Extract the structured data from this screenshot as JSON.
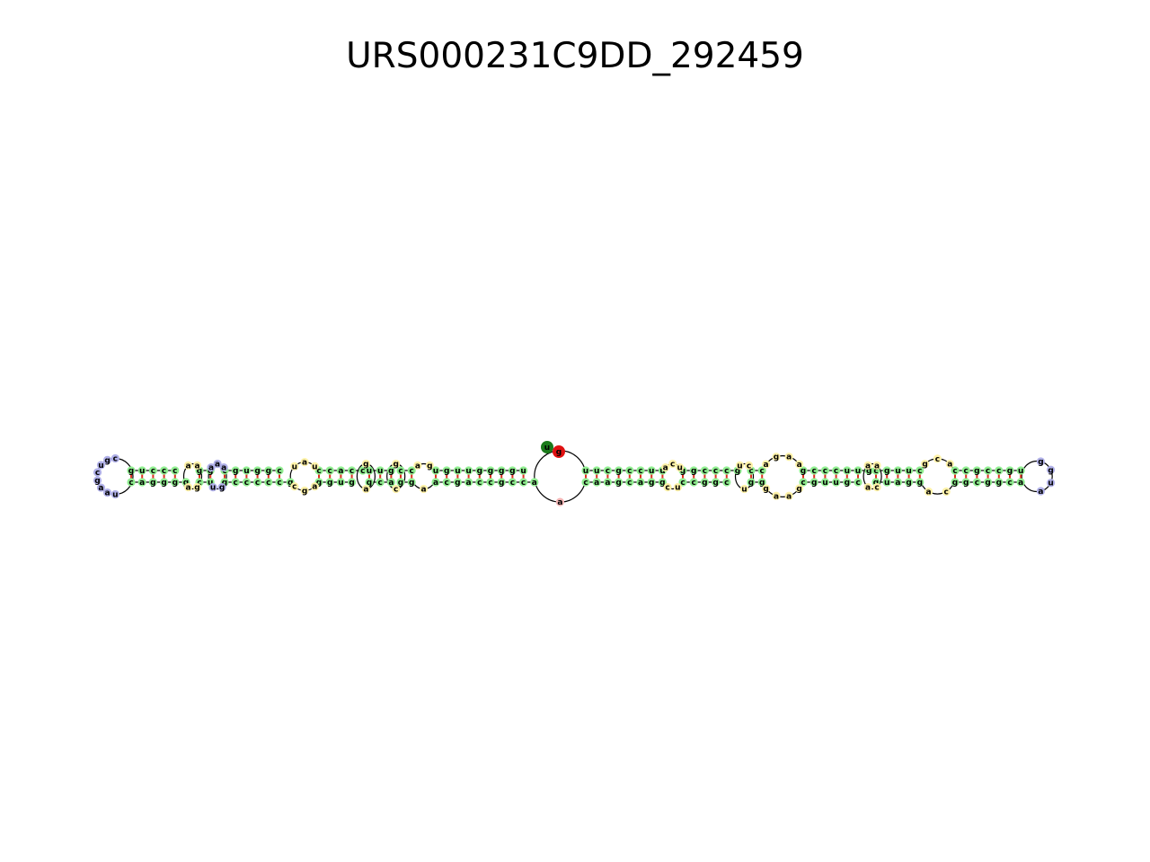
{
  "title": "URS000231C9DD_292459",
  "colors": {
    "stem": "#90ee90",
    "hairpin_loop": "#b0b0e8",
    "interior_loop": "#fff2a8",
    "multiloop": "#f4b6b6",
    "pair_bond": "#e03020",
    "five_prime_marker": "#1a7a1a",
    "three_prime_marker": "#e01010",
    "backbone": "#000000"
  },
  "legend": [],
  "stems": [
    {
      "outer": "guccc",
      "inner": "cagggg"
    },
    {
      "outer": "gg",
      "inner": "cu"
    },
    {
      "outer": "cguggc",
      "inner": "gcccccg"
    },
    {
      "outer": "ccacc",
      "inner": "ggug"
    },
    {
      "outer": "uug",
      "inner": "gca"
    },
    {
      "outer": "cc",
      "inner": "gg"
    },
    {
      "outer": "uguuggggu",
      "inner": "acgaccgcca"
    },
    {
      "outer": "uucgccuu",
      "inner": "caagcagg"
    },
    {
      "outer": "ggcccg",
      "inner": "ccggc"
    },
    {
      "outer": "cc",
      "inner": "gg"
    },
    {
      "outer": "gcccuug",
      "inner": "cguugc"
    },
    {
      "outer": "cguuc",
      "inner": "guagg"
    },
    {
      "outer": "ccgccgu",
      "inner": "ggcggca"
    }
  ],
  "loops": [
    {
      "kind": "hairpin",
      "bases": "cgucgaau"
    },
    {
      "kind": "interior",
      "bases": "aaga"
    },
    {
      "kind": "hairpin",
      "bases": "aaagu"
    },
    {
      "kind": "interior",
      "bases": "uauagc"
    },
    {
      "kind": "interior",
      "bases": "ga"
    },
    {
      "kind": "interior",
      "bases": "gc"
    },
    {
      "kind": "interior",
      "bases": "aga"
    },
    {
      "kind": "multi",
      "bases": "ca"
    },
    {
      "kind": "interior",
      "bases": "acuuc"
    },
    {
      "kind": "interior",
      "bases": "ucu"
    },
    {
      "kind": "interior",
      "bases": "agaagaag"
    },
    {
      "kind": "interior",
      "bases": "aaca"
    },
    {
      "kind": "interior",
      "bases": "gcaca"
    },
    {
      "kind": "hairpin",
      "bases": "ggua"
    }
  ],
  "ends": {
    "five_prime": "u",
    "three_prime": "g"
  }
}
